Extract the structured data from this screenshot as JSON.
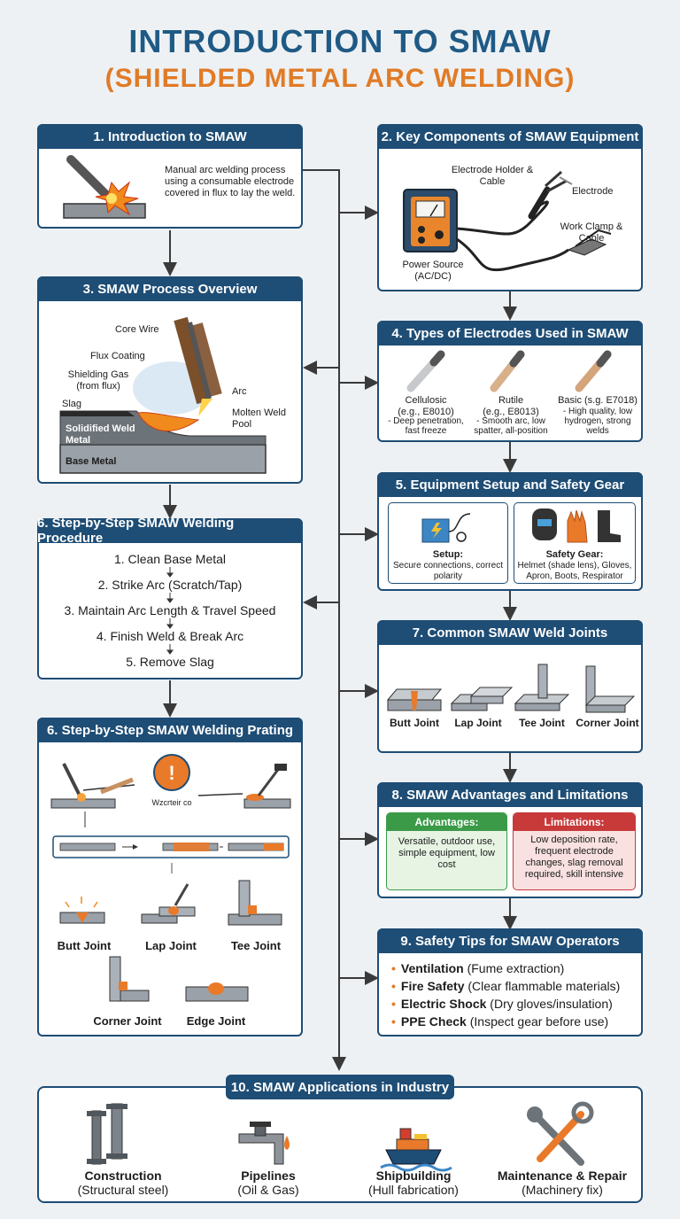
{
  "title": {
    "line1": "INTRODUCTION TO SMAW",
    "line2": "(SHIELDED METAL ARC WELDING)"
  },
  "p1": {
    "header": "1. Introduction to SMAW",
    "body": "Manual arc welding process using a consumable electrode covered in flux to lay the weld."
  },
  "p2": {
    "header": "2. Key Components of SMAW Equipment",
    "holder": "Electrode Holder & Cable",
    "electrode": "Electrode",
    "clamp": "Work Clamp & Cable",
    "power": "Power Source (AC/DC)"
  },
  "p3": {
    "header": "3. SMAW Process Overview",
    "core": "Core Wire",
    "flux": "Flux Coating",
    "gas": "Shielding Gas (from flux)",
    "slag": "Slag",
    "arc": "Arc",
    "pool": "Molten Weld Pool",
    "solid": "Solidified Weld Metal",
    "base": "Base Metal"
  },
  "p4": {
    "header": "4. Types of Electrodes Used in SMAW",
    "e1": {
      "name": "Cellulosic",
      "code": "(e.g., E8010)",
      "desc": "- Deep penetration, fast freeze"
    },
    "e2": {
      "name": "Rutile",
      "code": "(e.g., E8013)",
      "desc": "- Smooth arc, low spatter, all-position"
    },
    "e3": {
      "name": "Basic (s.g. E7018)",
      "desc": "- High quality, low hydrogen, strong welds"
    }
  },
  "p5": {
    "header": "5. Equipment Setup and Safety Gear",
    "setup_title": "Setup:",
    "setup_desc": "Secure connections, correct polarity",
    "gear_title": "Safety Gear:",
    "gear_desc": "Helmet (shade lens), Gloves, Apron, Boots, Respirator"
  },
  "p6": {
    "header": "6. Step-by-Step SMAW Welding Procedure",
    "steps": [
      "1. Clean Base Metal",
      "2. Strike Arc (Scratch/Tap)",
      "3. Maintain Arc Length & Travel Speed",
      "4. Finish Weld & Break Arc",
      "5. Remove Slag"
    ]
  },
  "p6b": {
    "header": "6. Step-by-Step SMAW Welding Prating",
    "warn": "Wzcrteir co",
    "joints": [
      "Butt Joint",
      "Lap Joint",
      "Tee Joint",
      "Corner Joint",
      "Edge Joint"
    ]
  },
  "p7": {
    "header": "7. Common SMAW Weld Joints",
    "joints": [
      "Butt Joint",
      "Lap Joint",
      "Tee Joint",
      "Corner Joint"
    ]
  },
  "p8": {
    "header": "8. SMAW Advantages and Limitations",
    "adv_title": "Advantages:",
    "adv": "Versatile, outdoor use, simple equipment, low cost",
    "lim_title": "Limitations:",
    "lim": "Low deposition rate, frequent electrode changes, slag removal required, skill intensive"
  },
  "p9": {
    "header": "9. Safety Tips for SMAW Operators",
    "tips": [
      {
        "bold": "Ventilation",
        "rest": " (Fume extraction)"
      },
      {
        "bold": "Fire Safety",
        "rest": " (Clear flammable materials)"
      },
      {
        "bold": "Electric Shock",
        "rest": " (Dry gloves/insulation)"
      },
      {
        "bold": "PPE Check",
        "rest": " (Inspect gear before use)"
      }
    ]
  },
  "p10": {
    "header": "10. SMAW Applications in Industry",
    "apps": [
      {
        "name": "Construction",
        "sub": "(Structural steel)"
      },
      {
        "name": "Pipelines",
        "sub": "(Oil & Gas)"
      },
      {
        "name": "Shipbuilding",
        "sub": "(Hull fabrication)"
      },
      {
        "name": "Maintenance & Repair",
        "sub": "(Machinery fix)"
      }
    ]
  },
  "colors": {
    "navy": "#1e4d75",
    "orange": "#e07b26",
    "green": "#3a9a48",
    "red": "#c8393a"
  }
}
